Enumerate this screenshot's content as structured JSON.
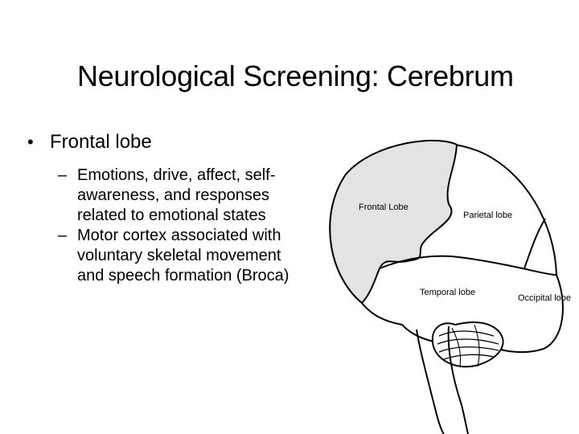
{
  "slide": {
    "title": "Neurological Screening: Cerebrum",
    "bullets": [
      {
        "marker": "•",
        "text": "Frontal lobe",
        "sub": [
          {
            "marker": "–",
            "text": "Emotions, drive, affect, self-awareness, and responses related to emotional states"
          },
          {
            "marker": "–",
            "text": "Motor cortex associated with voluntary skeletal movement and speech formation (Broca)"
          }
        ]
      }
    ]
  },
  "diagram": {
    "labels": {
      "frontal": "Frontal Lobe",
      "parietal": "Parietal lobe",
      "temporal": "Temporal lobe",
      "occipital": "Occipital lobe"
    },
    "colors": {
      "frontal_fill": "#e3e3e3",
      "outline": "#000000",
      "background": "#ffffff"
    }
  }
}
